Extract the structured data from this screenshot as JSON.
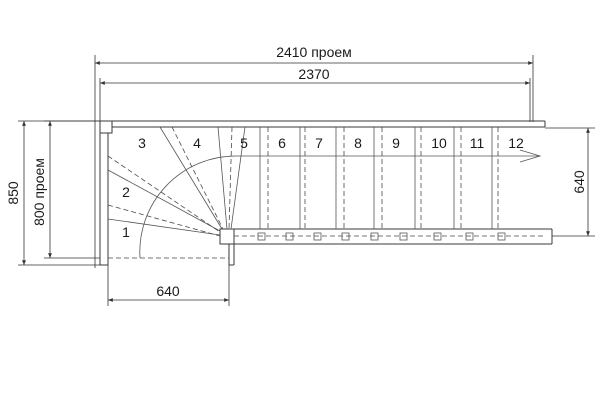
{
  "dimensions": {
    "opening_width": "2410 проем",
    "stair_width": "2370",
    "flight_width_bottom": "640",
    "flight_width_right": "640",
    "total_height": "850",
    "opening_height": "800 проем"
  },
  "steps": [
    "1",
    "2",
    "3",
    "4",
    "5",
    "6",
    "7",
    "8",
    "9",
    "10",
    "11",
    "12"
  ]
}
